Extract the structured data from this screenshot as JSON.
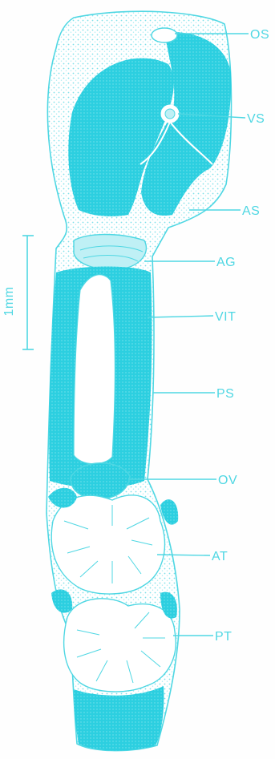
{
  "figure": {
    "ink_color": "#4fd7e3",
    "fill_color": "#2ccfe0",
    "light_fill": "#bff0f5",
    "labels": {
      "os": "OS",
      "vs": "VS",
      "as": "AS",
      "ag": "AG",
      "vit": "VIT",
      "ps": "PS",
      "ov": "OV",
      "at": "AT",
      "pt": "PT"
    },
    "scale_bar": {
      "label": "1mm"
    }
  }
}
